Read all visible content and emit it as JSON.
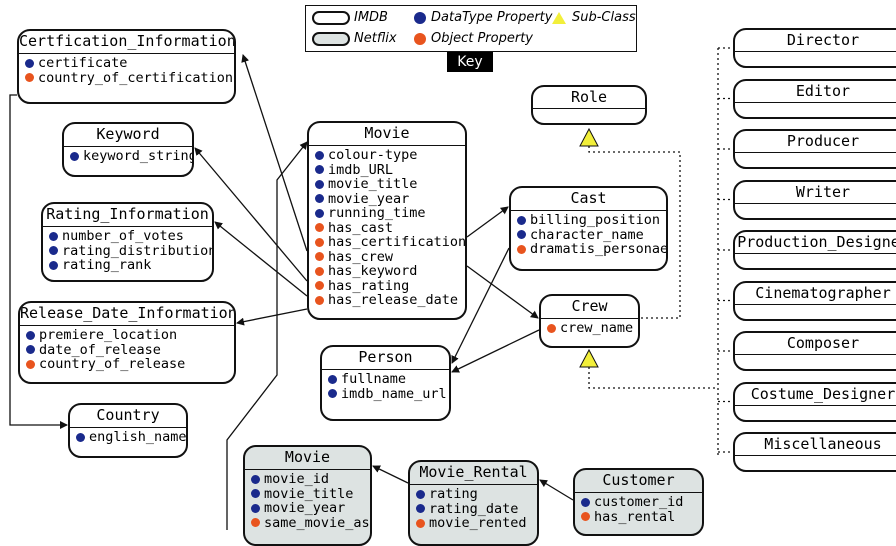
{
  "key": {
    "label": "Key",
    "imdb": "IMDB",
    "netflix": "Netflix",
    "datatype_property": "DataType Property",
    "object_property": "Object Property",
    "sub_class": "Sub-Class",
    "colors": {
      "datatype": "#1a2a8c",
      "object": "#e8541e",
      "subclass_triangle": "#f2ef3a",
      "netflix_fill": "#dde3e2"
    }
  },
  "classes": {
    "certification": {
      "title": "Certfication_Information",
      "props": [
        {
          "kind": "dp",
          "name": "certificate"
        },
        {
          "kind": "op",
          "name": "country_of_certification"
        }
      ]
    },
    "keyword": {
      "title": "Keyword",
      "props": [
        {
          "kind": "dp",
          "name": "keyword_string"
        }
      ]
    },
    "rating": {
      "title": "Rating_Information",
      "props": [
        {
          "kind": "dp",
          "name": "number_of_votes"
        },
        {
          "kind": "dp",
          "name": "rating_distribution"
        },
        {
          "kind": "dp",
          "name": "rating_rank"
        }
      ]
    },
    "release": {
      "title": "Release_Date_Information",
      "props": [
        {
          "kind": "dp",
          "name": "premiere_location"
        },
        {
          "kind": "dp",
          "name": "date_of_release"
        },
        {
          "kind": "op",
          "name": "country_of_release"
        }
      ]
    },
    "country": {
      "title": "Country",
      "props": [
        {
          "kind": "dp",
          "name": "english_name"
        }
      ]
    },
    "movie": {
      "title": "Movie",
      "props": [
        {
          "kind": "dp",
          "name": "colour-type"
        },
        {
          "kind": "dp",
          "name": "imdb_URL"
        },
        {
          "kind": "dp",
          "name": "movie_title"
        },
        {
          "kind": "dp",
          "name": "movie_year"
        },
        {
          "kind": "dp",
          "name": "running_time"
        },
        {
          "kind": "op",
          "name": "has_cast"
        },
        {
          "kind": "op",
          "name": "has_certification"
        },
        {
          "kind": "op",
          "name": "has_crew"
        },
        {
          "kind": "op",
          "name": "has_keyword"
        },
        {
          "kind": "op",
          "name": "has_rating"
        },
        {
          "kind": "op",
          "name": "has_release_date"
        }
      ]
    },
    "cast": {
      "title": "Cast",
      "props": [
        {
          "kind": "dp",
          "name": "billing_position"
        },
        {
          "kind": "dp",
          "name": "character_name"
        },
        {
          "kind": "op",
          "name": "dramatis_personae"
        }
      ]
    },
    "crew": {
      "title": "Crew",
      "props": [
        {
          "kind": "op",
          "name": "crew_name"
        }
      ]
    },
    "person": {
      "title": "Person",
      "props": [
        {
          "kind": "dp",
          "name": "fullname"
        },
        {
          "kind": "dp",
          "name": "imdb_name_url"
        }
      ]
    },
    "netflix_movie": {
      "title": "Movie",
      "props": [
        {
          "kind": "dp",
          "name": "movie_id"
        },
        {
          "kind": "dp",
          "name": "movie_title"
        },
        {
          "kind": "dp",
          "name": "movie_year"
        },
        {
          "kind": "op",
          "name": "same_movie_as"
        }
      ]
    },
    "movie_rental": {
      "title": "Movie_Rental",
      "props": [
        {
          "kind": "dp",
          "name": "rating"
        },
        {
          "kind": "dp",
          "name": "rating_date"
        },
        {
          "kind": "op",
          "name": "movie_rented"
        }
      ]
    },
    "customer": {
      "title": "Customer",
      "props": [
        {
          "kind": "dp",
          "name": "customer_id"
        },
        {
          "kind": "op",
          "name": "has_rental"
        }
      ]
    }
  },
  "role": {
    "title": "Role"
  },
  "crew_roles": [
    "Director",
    "Editor",
    "Producer",
    "Writer",
    "Production_Designer",
    "Cinematographer",
    "Composer",
    "Costume_Designer",
    "Miscellaneous"
  ]
}
